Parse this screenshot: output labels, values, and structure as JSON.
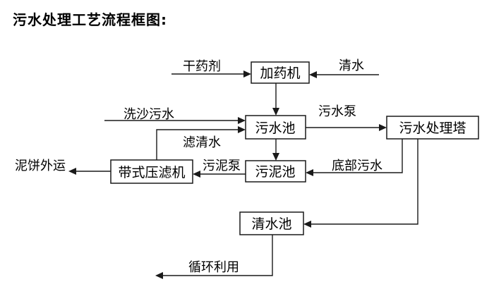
{
  "title": "污水处理工艺流程框图:",
  "diagram": {
    "nodes": {
      "dosing_machine": {
        "label": "加药机"
      },
      "sewage_pool": {
        "label": "污水池"
      },
      "treatment_tower": {
        "label": "污水处理塔"
      },
      "sludge_pool": {
        "label": "污泥池"
      },
      "belt_filter_press": {
        "label": "带式压滤机"
      },
      "clean_water_pool": {
        "label": "清水池"
      }
    },
    "flow_labels": {
      "dry_chemical": "干药剂",
      "clean_water": "清水",
      "sand_washing_sewage": "洗沙污水",
      "filtered_clean_water": "滤清水",
      "sewage_pump": "污水泵",
      "bottom_sewage": "底部污水",
      "sludge_pump": "污泥泵",
      "mud_cake_shipped_out": "泥饼外运",
      "recycled_use": "循环利用"
    },
    "colors": {
      "line": "#1a1a1a",
      "box_border": "#1a1a1a",
      "box_fill": "#ffffff",
      "text": "#000000",
      "background": "#ffffff"
    }
  }
}
